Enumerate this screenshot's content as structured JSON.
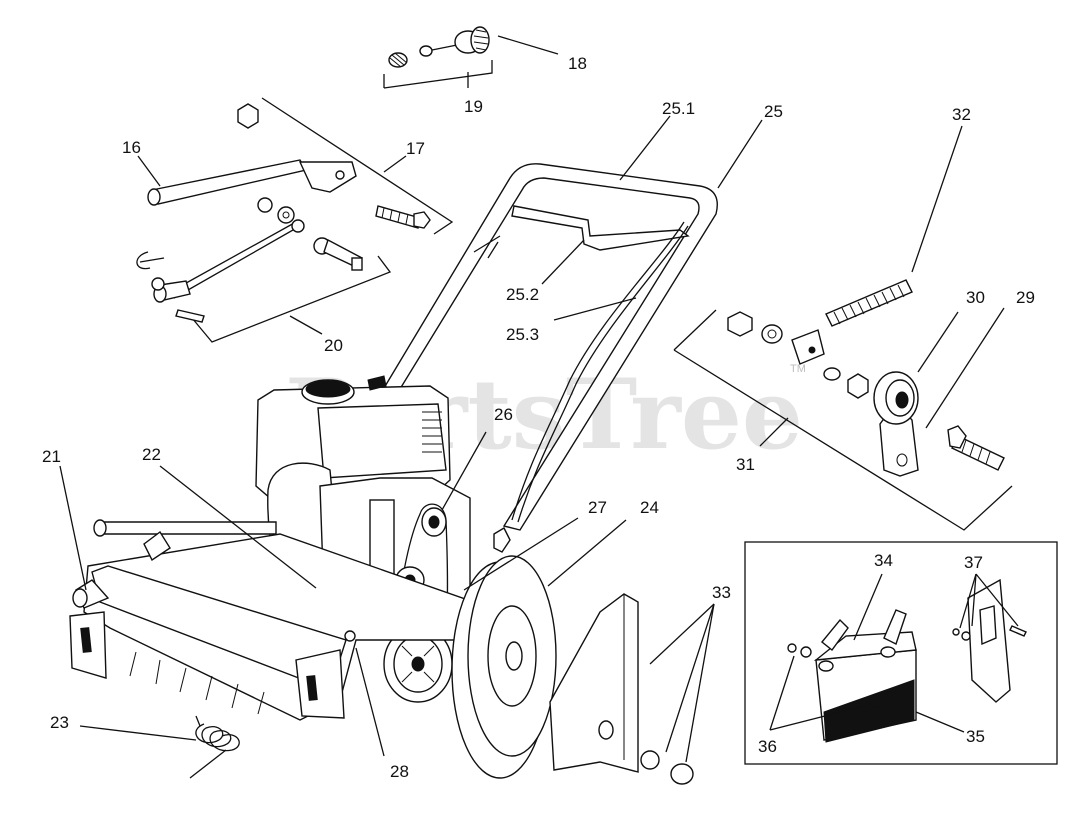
{
  "watermark": {
    "text": "PartsTree",
    "tm": "TM"
  },
  "callouts": {
    "c16": "16",
    "c17": "17",
    "c18": "18",
    "c19": "19",
    "c20": "20",
    "c21": "21",
    "c22": "22",
    "c23": "23",
    "c24": "24",
    "c25": "25",
    "c25_1": "25.1",
    "c25_2": "25.2",
    "c25_3": "25.3",
    "c26": "26",
    "c27": "27",
    "c28": "28",
    "c29": "29",
    "c30": "30",
    "c31": "31",
    "c32": "32",
    "c33": "33",
    "c34": "34",
    "c35": "35",
    "c36": "36",
    "c37": "37"
  }
}
